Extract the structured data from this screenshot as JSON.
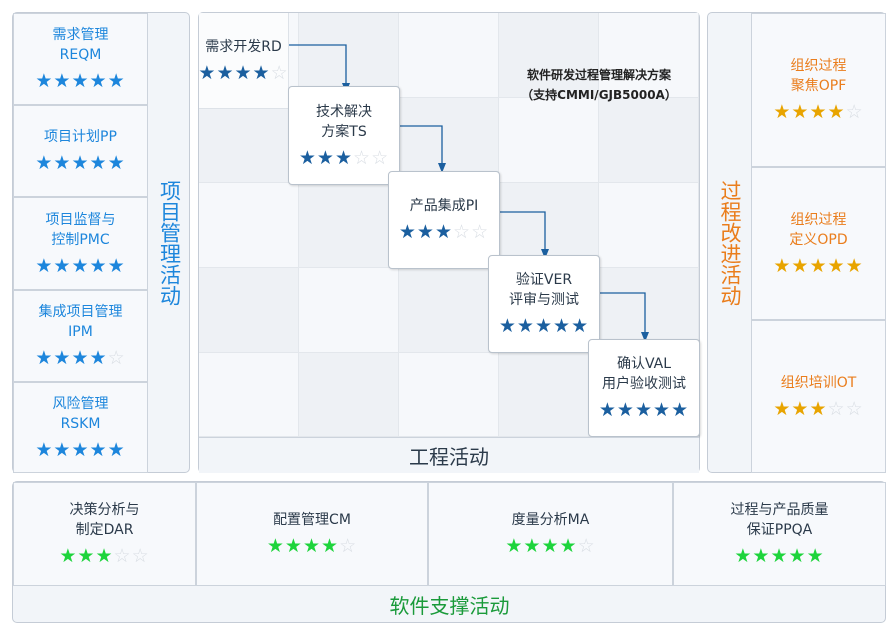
{
  "project_management": {
    "label": "项目管理活动",
    "items": [
      {
        "title": [
          "需求管理",
          "REQM"
        ],
        "rating": 5
      },
      {
        "title": [
          "项目计划PP"
        ],
        "rating": 5
      },
      {
        "title": [
          "项目监督与",
          "控制PMC"
        ],
        "rating": 5
      },
      {
        "title": [
          "集成项目管理",
          "IPM"
        ],
        "rating": 4
      },
      {
        "title": [
          "风险管理",
          "RSKM"
        ],
        "rating": 5
      }
    ]
  },
  "engineering": {
    "label": "工程活动",
    "title_line1": "软件研发过程管理解决方案",
    "title_line2": "（支持CMMI/GJB5000A）",
    "items": [
      {
        "title": [
          "需求开发RD"
        ],
        "rating": 4
      },
      {
        "title": [
          "技术解决",
          "方案TS"
        ],
        "rating": 3
      },
      {
        "title": [
          "产品集成PI"
        ],
        "rating": 3
      },
      {
        "title": [
          "验证VER",
          "评审与测试"
        ],
        "rating": 5
      },
      {
        "title": [
          "确认VAL",
          "用户验收测试"
        ],
        "rating": 5
      }
    ]
  },
  "process_improvement": {
    "label": "过程改进活动",
    "items": [
      {
        "title": [
          "组织过程",
          "聚焦OPF"
        ],
        "rating": 4
      },
      {
        "title": [
          "组织过程",
          "定义OPD"
        ],
        "rating": 5
      },
      {
        "title": [
          "组织培训OT"
        ],
        "rating": 3
      }
    ]
  },
  "support": {
    "label": "软件支撑活动",
    "items": [
      {
        "title": [
          "决策分析与",
          "制定DAR"
        ],
        "rating": 3
      },
      {
        "title": [
          "配置管理CM"
        ],
        "rating": 4
      },
      {
        "title": [
          "度量分析MA"
        ],
        "rating": 4
      },
      {
        "title": [
          "过程与产品质量",
          "保证PPQA"
        ],
        "rating": 5
      }
    ]
  },
  "colors": {
    "pm": "#1d86dc",
    "eng": "#1b5f9f",
    "pi": "#e8a400",
    "support": "#1ed43c"
  }
}
